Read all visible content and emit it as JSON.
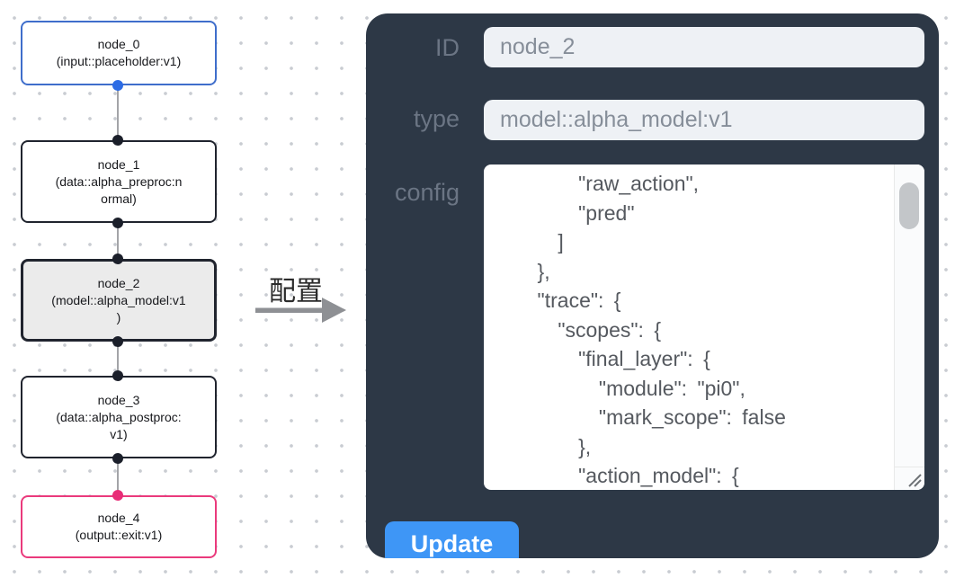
{
  "colors": {
    "panel_bg": "#2d3846",
    "input_bg": "#eef1f5",
    "node_default_border": "#20242e",
    "node_input_border_blue": "#3f6ecb",
    "node_output_border_pink": "#ea3a7c",
    "selected_node_bg": "#ebebeb",
    "port_blue": "#2d6ce5",
    "port_dark": "#1b1f2a",
    "port_pink": "#e82d77",
    "edge_gray": "#a3a4a8",
    "update_button_blue": "#3e96f6",
    "grid_dot": "#c9ccd2"
  },
  "flow": {
    "annotation_label": "配置",
    "nodes": [
      {
        "title": "node_0",
        "subtitle_lines": [
          "(input::placeholder:v1)"
        ]
      },
      {
        "title": "node_1",
        "subtitle_lines": [
          "(data::alpha_preproc:n",
          "ormal)"
        ]
      },
      {
        "title": "node_2",
        "subtitle_lines": [
          "(model::alpha_model:v1",
          ")"
        ],
        "selected": true
      },
      {
        "title": "node_3",
        "subtitle_lines": [
          "(data::alpha_postproc:",
          "v1)"
        ]
      },
      {
        "title": "node_4",
        "subtitle_lines": [
          "(output::exit:v1)"
        ]
      }
    ]
  },
  "panel": {
    "id_field": {
      "label": "ID",
      "value": "node_2"
    },
    "type_field": {
      "label": "type",
      "value": "model::alpha_model:v1"
    },
    "config_field": {
      "label": "config",
      "lines": [
        "        \"raw_action\",",
        "        \"pred\"",
        "      ]",
        "    },",
        "    \"trace\": {",
        "      \"scopes\": {",
        "        \"final_layer\": {",
        "          \"module\": \"pi0\",",
        "          \"mark_scope\": false",
        "        },",
        "        \"action_model\": {"
      ]
    },
    "update_button": {
      "label": "Update"
    }
  }
}
